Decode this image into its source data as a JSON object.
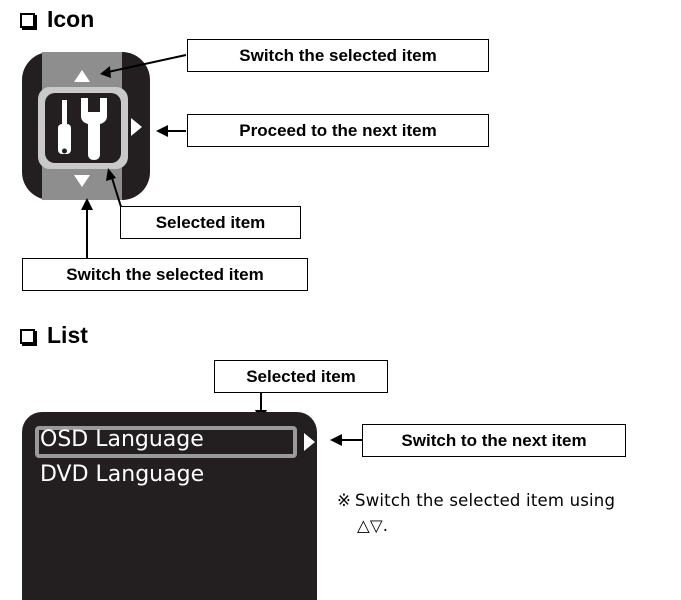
{
  "sections": {
    "icon_title": "Icon",
    "list_title": "List"
  },
  "icon_diagram": {
    "callout_up": "Switch the selected item",
    "callout_right": "Proceed to the next item",
    "callout_selected": "Selected item",
    "callout_down": "Switch the selected item",
    "icon_name": "wrench-screwdriver-icon"
  },
  "list_diagram": {
    "callout_selected": "Selected item",
    "callout_right": "Switch to the next item",
    "items": [
      "OSD Language",
      "DVD Language"
    ],
    "selected_index": 0
  },
  "note": {
    "mark": "※",
    "line1": "Switch the selected item using",
    "line2": "△▽."
  },
  "colors": {
    "panel_bg": "#231f20",
    "frame_gray": "#8e8e8e",
    "highlight_gray": "#9a9a9a",
    "text_white": "#ffffff"
  }
}
